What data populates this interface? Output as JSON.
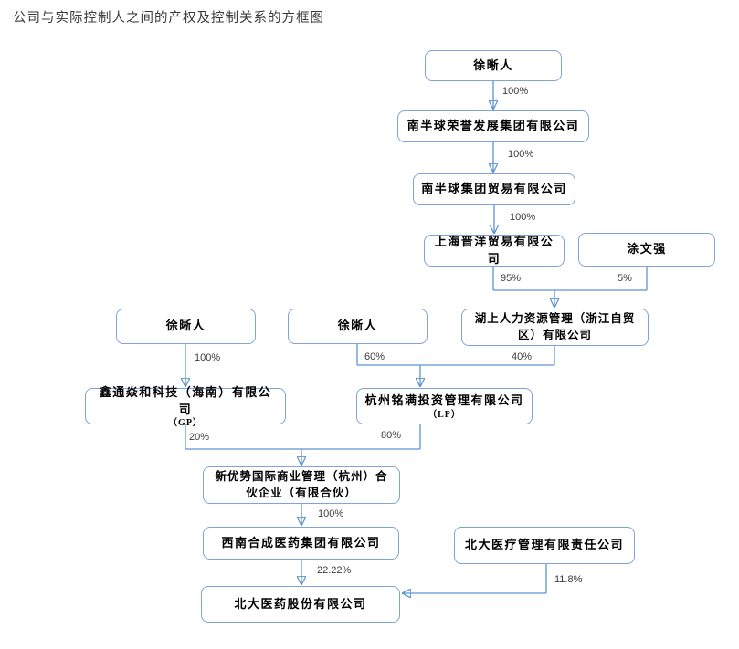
{
  "title": "公司与实际控制人之间的产权及控制关系的方框图",
  "colors": {
    "box_border": "#7ea4d9",
    "line": "#5e94d4",
    "arrow": "#4e81bd",
    "text": "#000000",
    "label_text": "#3c3c3c"
  },
  "nodes": {
    "xu_top": {
      "label": "徐晰人"
    },
    "nbq_rongyu": {
      "label": "南半球荣誉发展集团有限公司"
    },
    "nbq_trade": {
      "label": "南半球集团贸易有限公司"
    },
    "sh_jinyang": {
      "label": "上海晋洋贸易有限公司"
    },
    "tu_wenqiang": {
      "label": "涂文强"
    },
    "hushang": {
      "label": "湖上人力资源管理（浙江自贸区）有限公司"
    },
    "xu_left": {
      "label": "徐晰人"
    },
    "xu_mid": {
      "label": "徐晰人"
    },
    "xintong": {
      "label": "鑫通焱和科技（海南）有限公司",
      "sublabel": "（GP）"
    },
    "hz_mingman": {
      "label": "杭州铭满投资管理有限公司",
      "sublabel": "（LP）"
    },
    "xinyoushi": {
      "label": "新优势国际商业管理（杭州）合伙企业（有限合伙）"
    },
    "xn_hecheng": {
      "label": "西南合成医药集团有限公司"
    },
    "bd_yiliao": {
      "label": "北大医疗管理有限责任公司"
    },
    "bd_yiyao": {
      "label": "北大医药股份有限公司"
    }
  },
  "edges": {
    "xu_to_rongyu": "100%",
    "rongyu_to_trade": "100%",
    "trade_to_jinyang": "100%",
    "jinyang_to_hushang": "95%",
    "tu_to_hushang": "5%",
    "xuleft_to_xintong": "100%",
    "xumid_to_mingman": "60%",
    "hushang_to_mingman": "40%",
    "xintong_to_xinyoushi": "20%",
    "mingman_to_xinyoushi": "80%",
    "xinyoushi_to_hecheng": "100%",
    "hecheng_to_yiyao": "22.22%",
    "yiliao_to_yiyao": "11.8%"
  }
}
